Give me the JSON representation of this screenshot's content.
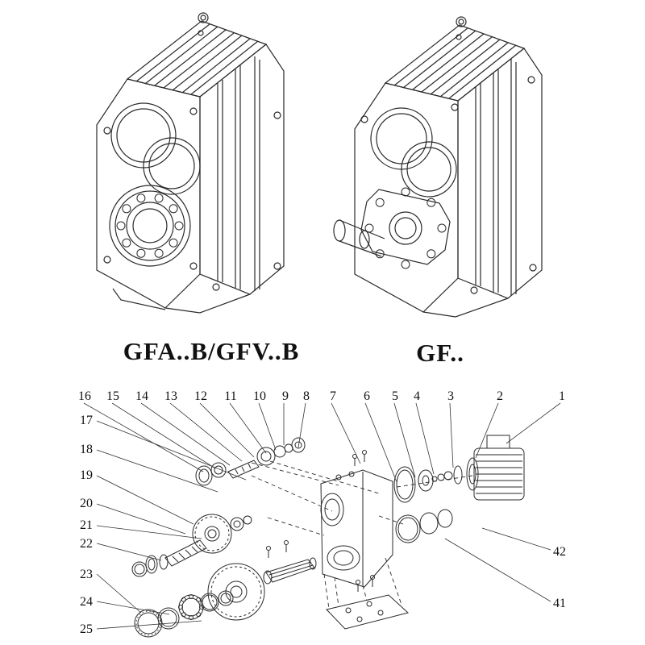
{
  "page": {
    "background": "#ffffff"
  },
  "figures": {
    "left": {
      "label": "GFA..B/GFV..B",
      "description": "gear-unit-line-drawing"
    },
    "right": {
      "label": "GF..",
      "description": "gear-unit-line-drawing"
    }
  },
  "callouts": {
    "top": [
      "16",
      "15",
      "14",
      "13",
      "12",
      "11",
      "10",
      "9",
      "8",
      "7",
      "6",
      "5",
      "4",
      "3",
      "2",
      "1"
    ],
    "left": [
      "17",
      "18",
      "19",
      "20",
      "21",
      "22",
      "23",
      "24",
      "25"
    ],
    "right": [
      "42",
      "41"
    ]
  },
  "colors": {
    "line": "#2a2a2a",
    "leader": "#333333",
    "text": "#111111"
  }
}
